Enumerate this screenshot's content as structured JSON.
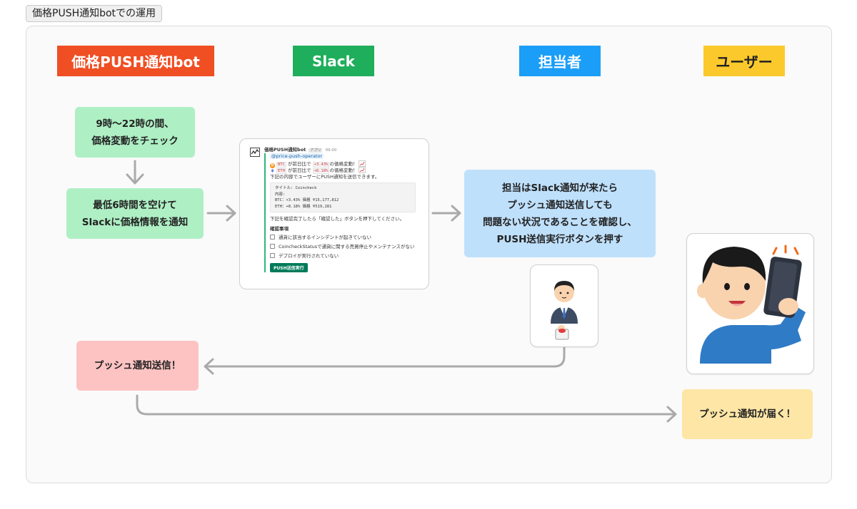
{
  "page_tag": "価格PUSH通知botでの運用",
  "lanes": {
    "bot": {
      "label": "価格PUSH通知bot",
      "color": "#f04e23"
    },
    "slack": {
      "label": "Slack",
      "color": "#1fae5b"
    },
    "operator": {
      "label": "担当者",
      "color": "#1b9ef7"
    },
    "user": {
      "label": "ユーザー",
      "color": "#fcc92c"
    }
  },
  "steps": {
    "check": [
      "9時〜22時の間、",
      "価格変動をチェック"
    ],
    "notify": [
      "最低6時間を空けて",
      "Slackに価格情報を通知"
    ],
    "operator_action": [
      "担当はSlack通知が来たら",
      "プッシュ通知送信しても",
      "問題ない状況であることを確認し、",
      "PUSH送信実行ボタンを押す"
    ],
    "push_send": "プッシュ通知送信！",
    "push_arrive": "プッシュ通知が届く！"
  },
  "slack_message": {
    "bot_name": "価格PUSH通知bot",
    "app_badge": "アプリ",
    "time": "09:00",
    "mention": "@price-push-operator",
    "alerts": [
      {
        "coin_icon": "bitcoin-icon",
        "symbol": "BTC",
        "prefix": "が前日比で",
        "change": "+3.43%",
        "suffix": "の価格変動！"
      },
      {
        "coin_icon": "ethereum-icon",
        "symbol": "ETH",
        "prefix": "が前日比で",
        "change": "+8.18%",
        "suffix": "の価格変動！"
      }
    ],
    "intro": "下記の内容でユーザーにPUSH通知を送信できます。",
    "preview": [
      "タイトル: Coincheck",
      "内容:",
      "BTC：+3.43% 価格 ¥15,177,812",
      "ETH：+8.18% 価格 ¥519,281"
    ],
    "instruction": "下記を確認完了したら「確認した」ボタンを押下してください。",
    "checklist_title": "確認事項",
    "checklist": [
      "通貨に該当するインシデントが起きていない",
      "CoincheckStatusで通貨に関する売買停止やメンテナンスがない",
      "デプロイが実行されていない"
    ],
    "button": "PUSH送信実行"
  }
}
